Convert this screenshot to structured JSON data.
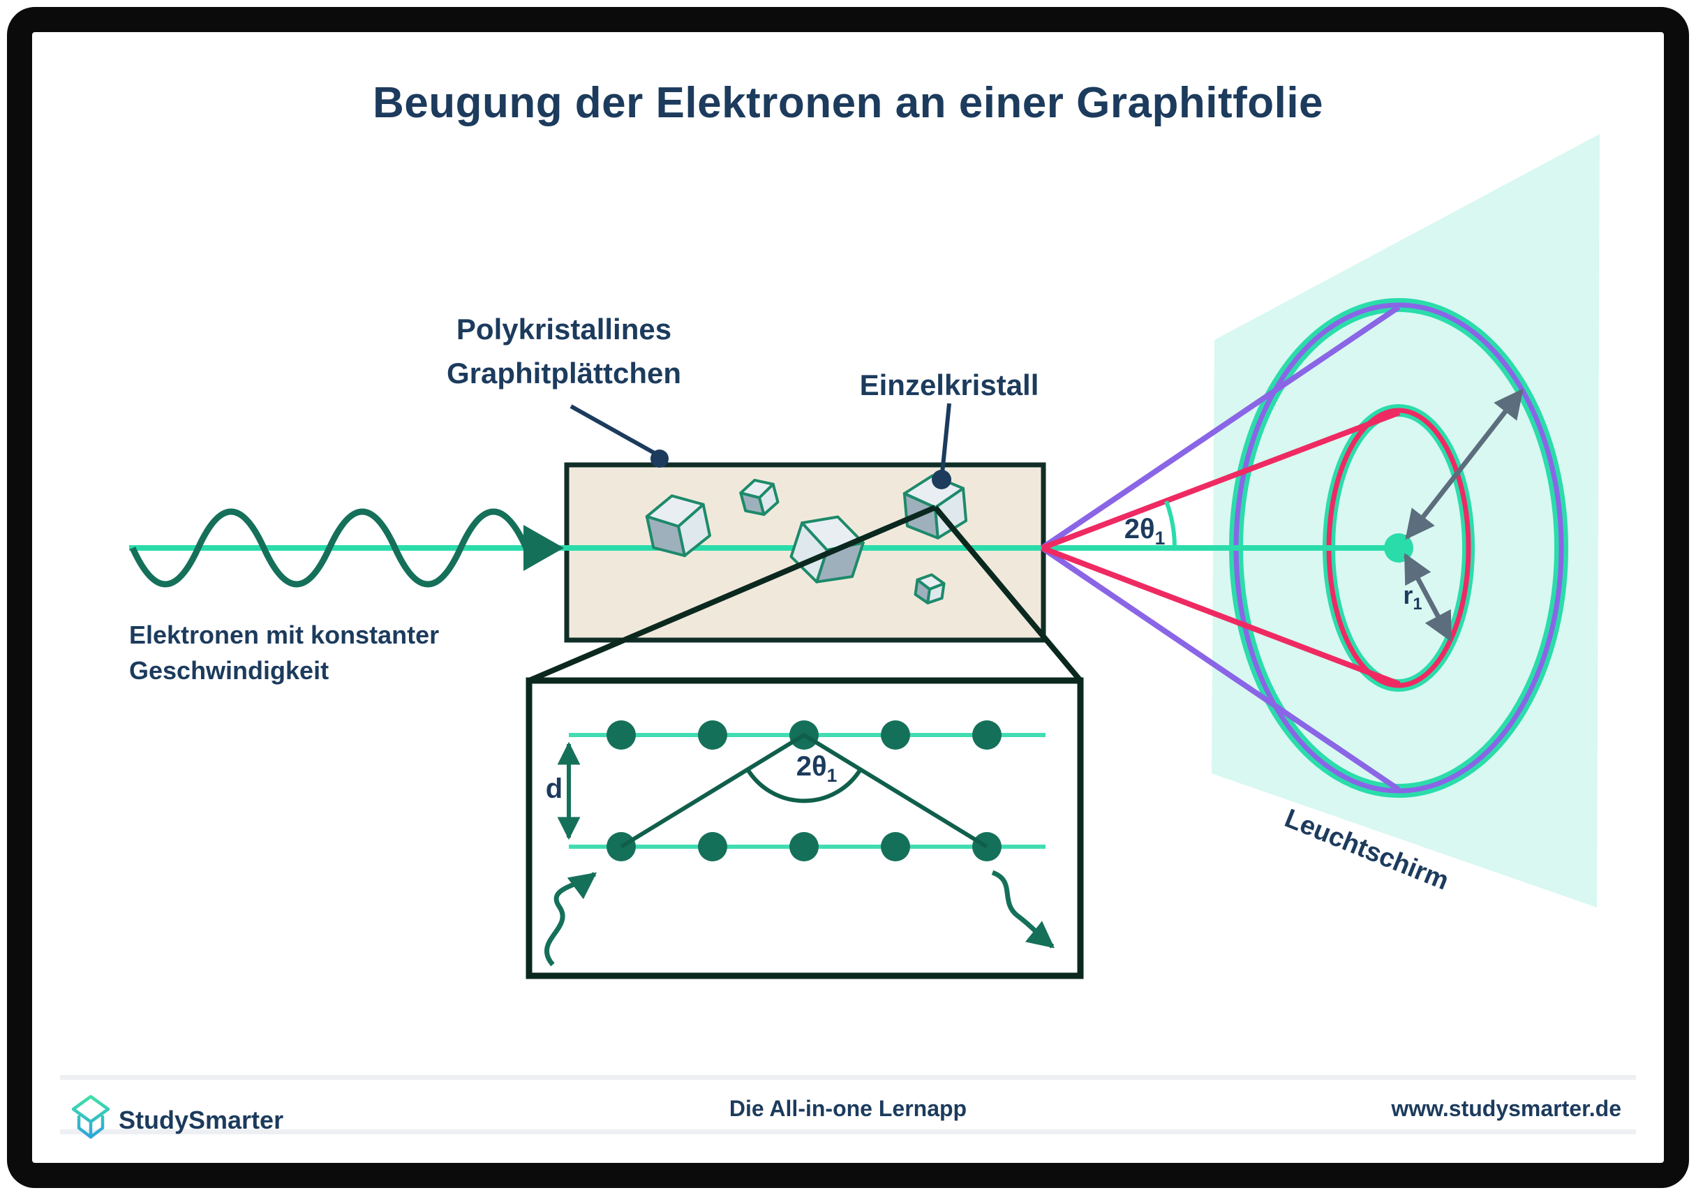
{
  "title": "Beugung der Elektronen an einer Graphitfolie",
  "labels": {
    "polycrystal_line1": "Polykristallines",
    "polycrystal_line2": "Graphitplättchen",
    "single_crystal": "Einzelkristall",
    "electrons_line1": "Elektronen mit konstanter",
    "electrons_line2": "Geschwindigkeit",
    "screen": "Leuchtschirm",
    "spacing": "d",
    "angle_beam": {
      "main": "2θ",
      "sub": "1"
    },
    "angle_lattice": {
      "main": "2θ",
      "sub": "1"
    },
    "radius": {
      "main": "r",
      "sub": "1"
    }
  },
  "footer": {
    "brand": "StudySmarter",
    "tagline": "Die All-in-one Lernapp",
    "url": "www.studysmarter.de"
  },
  "colors": {
    "navy": "#1c3b5d",
    "teal": "#2bdcab",
    "tealRow": "#41dcb2",
    "darkGreen": "#15705a",
    "deepGreen": "#0f5f4b",
    "beige": "#f0e9db",
    "boxBorder": "#102e27",
    "insetBorder": "#0b281f",
    "mint": "#d8f8f1",
    "purple": "#8a65e6",
    "pink": "#ef2a62",
    "gray": "#5c6d7d",
    "cubeLight": "#e9eef3",
    "cubeMid": "#dfe8ec",
    "cubeDark": "#9fb0bd",
    "cubeOutline": "#1d8a6a",
    "white": "#ffffff",
    "separator": "#edeff2",
    "logoTop": "#3ee3a4",
    "logoBottom": "#2d9fe2",
    "frame": "#0b0b0b"
  }
}
